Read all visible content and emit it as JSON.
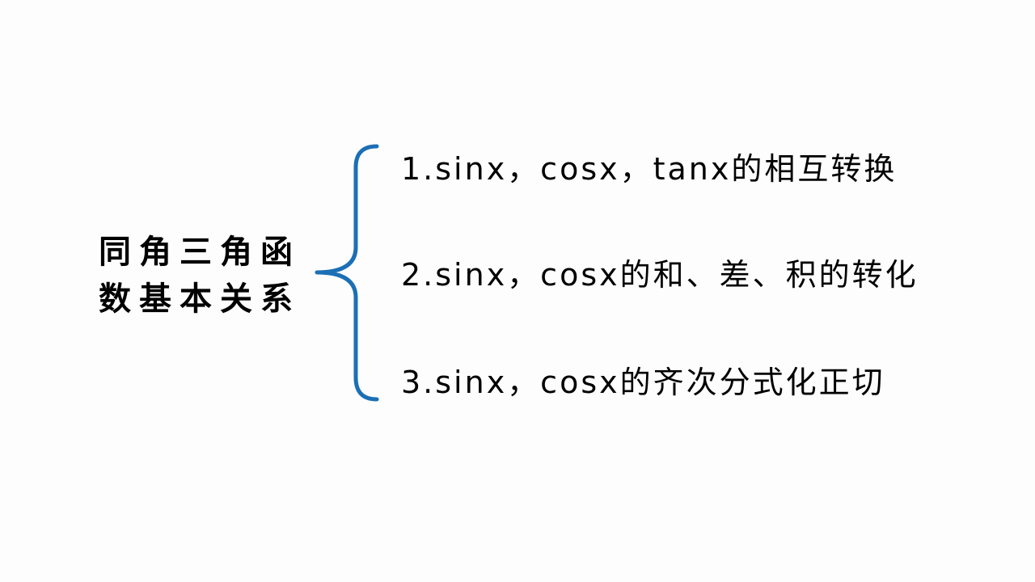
{
  "diagram": {
    "root": {
      "line1": "同角三角函",
      "line2": "数基本关系"
    },
    "branches": [
      {
        "text": "1.sinx，cosx，tanx的相互转换"
      },
      {
        "text": "2.sinx，cosx的和、差、积的转化"
      },
      {
        "text": "3.sinx，cosx的齐次分式化正切"
      }
    ],
    "brace_color": "#1b6fb5"
  }
}
